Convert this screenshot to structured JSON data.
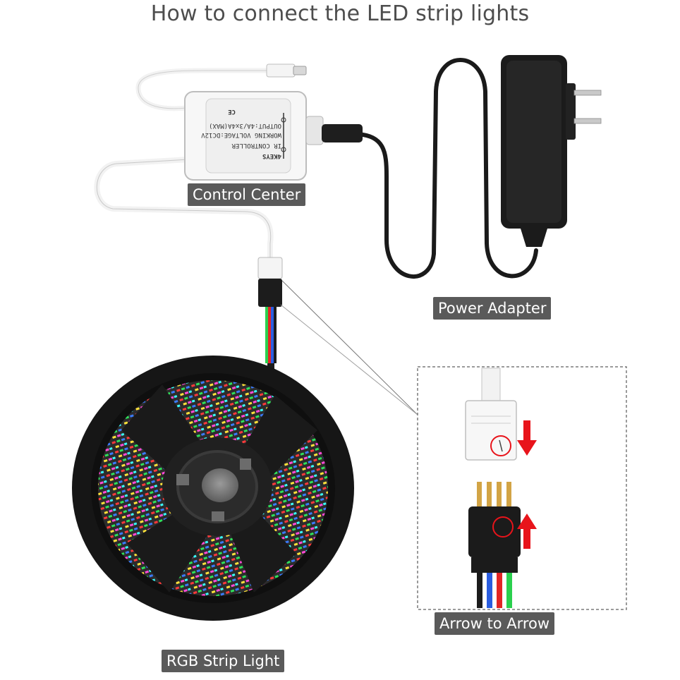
{
  "title": "How to connect the LED strip lights",
  "labels": {
    "control_center": "Control Center",
    "power_adapter": "Power Adapter",
    "rgb_strip_light": "RGB Strip Light",
    "arrow_to_arrow": "Arrow to Arrow"
  },
  "controller_print": {
    "brand": "4KEYS",
    "model": "IR CONTROLLER",
    "line1": "WORKING VOLTAGE:DC12V",
    "line2": "OUTPUT:4A/3x4A(MAX)",
    "marks": "CE"
  },
  "icons": [
    "power-plug-icon",
    "down-arrow-icon",
    "up-arrow-icon"
  ],
  "colors": {
    "label_bg": "#5a5a5a",
    "label_text": "#ffffff",
    "arrow_red": "#e8141b",
    "reel_black": "#1b1b1b"
  }
}
